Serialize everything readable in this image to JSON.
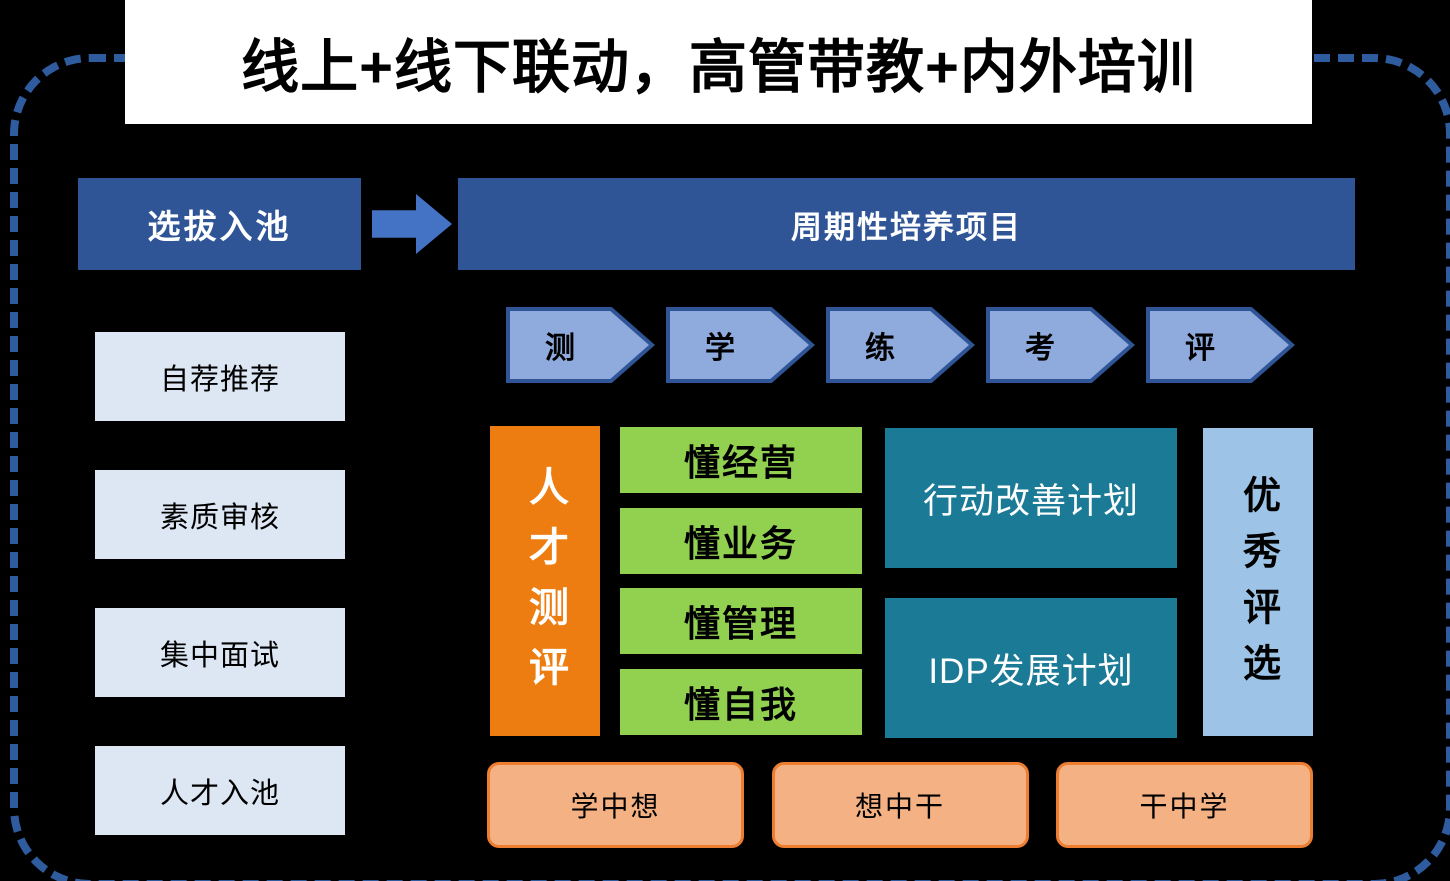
{
  "title": "线上+线下联动，高管带教+内外培训",
  "selection": {
    "header": "选拔入池",
    "steps": [
      {
        "label": "自荐推荐"
      },
      {
        "label": "素质审核"
      },
      {
        "label": "集中面试"
      },
      {
        "label": "人才入池"
      }
    ]
  },
  "program": {
    "header": "周期性培养项目",
    "phases": [
      {
        "label": "测"
      },
      {
        "label": "学"
      },
      {
        "label": "练"
      },
      {
        "label": "考"
      },
      {
        "label": "评"
      }
    ],
    "assessment_label": "人才测评",
    "competencies": [
      {
        "label": "懂经营"
      },
      {
        "label": "懂业务"
      },
      {
        "label": "懂管理"
      },
      {
        "label": "懂自我"
      }
    ],
    "plans": [
      {
        "label": "行动改善计划"
      },
      {
        "label": "IDP发展计划"
      }
    ],
    "excellence_label": "优秀评选",
    "practice_loop": [
      {
        "label": "学中想"
      },
      {
        "label": "想中干"
      },
      {
        "label": "干中学"
      }
    ]
  },
  "colors": {
    "background": "#000000",
    "dashed_border": "#2E5C9E",
    "dark_blue": "#2F5597",
    "arrow_blue": "#4472C4",
    "light_blue_box": "#DDE7F4",
    "chevron_fill": "#8FAADC",
    "chevron_border": "#2F5597",
    "orange": "#EE7D11",
    "green": "#92D050",
    "teal": "#1B7A96",
    "light_blue_vertical": "#9DC3E6",
    "salmon_fill": "#F4B183",
    "salmon_border": "#ED7D31"
  }
}
